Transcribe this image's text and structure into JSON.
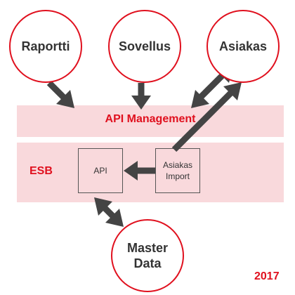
{
  "colors": {
    "accent": "#e0101e",
    "band_fill": "#f9d9dc",
    "arrow": "#444444",
    "text": "#333333"
  },
  "nodes": {
    "raportti": "Raportti",
    "sovellus": "Sovellus",
    "asiakas": "Asiakas",
    "master_data": "Master\nData"
  },
  "layers": {
    "api_management": "API Management",
    "esb": "ESB"
  },
  "esb_components": {
    "api": "API",
    "asiakas_import": "Asiakas\nImport"
  },
  "year": "2017"
}
